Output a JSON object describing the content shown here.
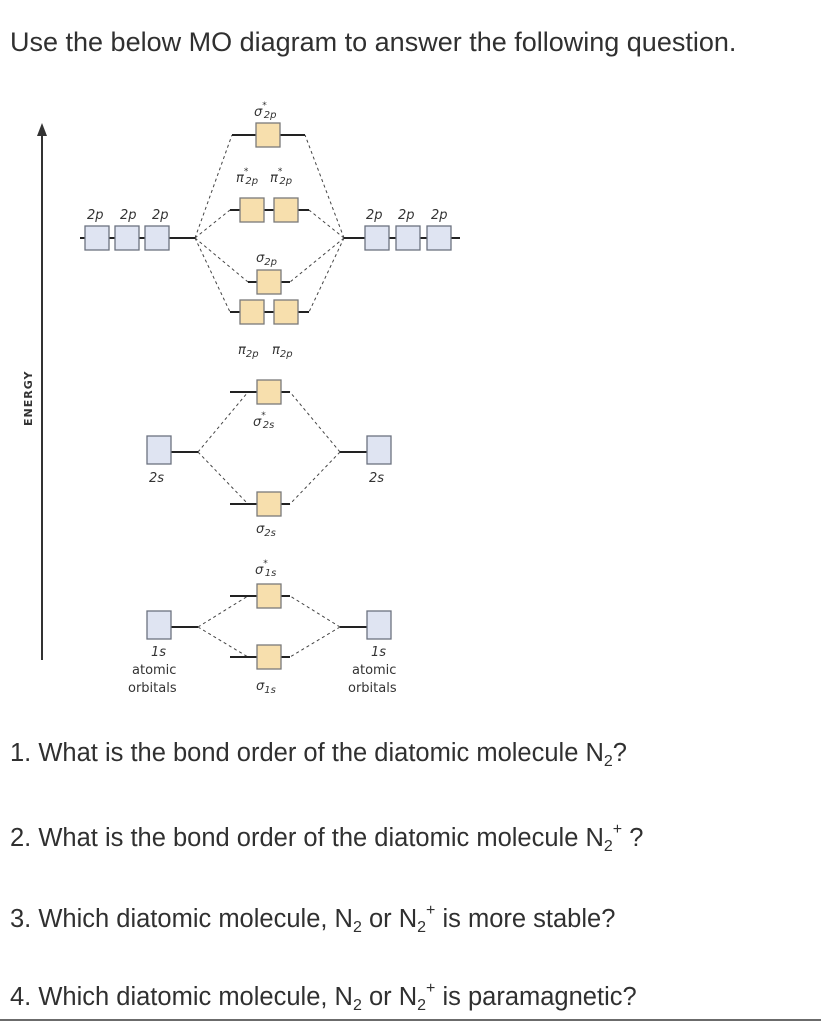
{
  "intro": "Use the below MO diagram to answer the following question.",
  "diagram": {
    "energy_label": "ENERGY",
    "ao_2p": "2p",
    "ao_2s": "2s",
    "ao_1s": "1s",
    "atomic": "atomic",
    "orbitals": "orbitals",
    "sigma": "σ",
    "pi": "π",
    "star": "*",
    "sub_2p": "2p",
    "sub_2s": "2s",
    "sub_1s": "1s"
  },
  "questions": {
    "q1": {
      "text": "1. What is the bond order of the diatomic molecule N",
      "sub": "2",
      "end": "?"
    },
    "q2": {
      "text": "2. What is the bond order of the diatomic molecule N",
      "sub": "2",
      "sup": "+",
      "end": " ?"
    },
    "q3": {
      "text": "3. Which diatomic molecule, N",
      "sub": "2",
      "mid": " or N",
      "sub2": "2",
      "sup": "+",
      "end": " is more stable?"
    },
    "q4": {
      "text": "4. Which diatomic molecule, N",
      "sub": "2",
      "mid": " or N",
      "sub2": "2",
      "sup": "+",
      "end": "  is paramagnetic?"
    }
  }
}
